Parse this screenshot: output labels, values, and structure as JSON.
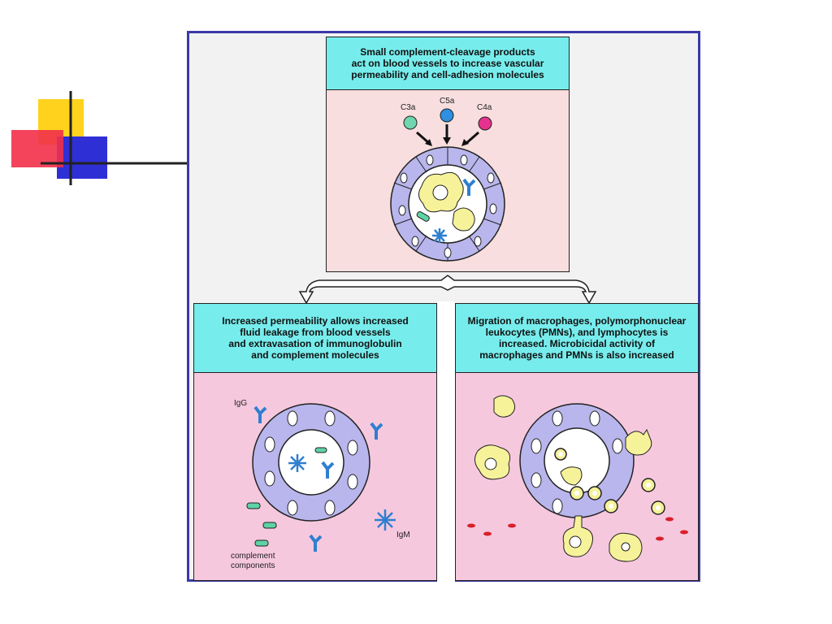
{
  "figure": {
    "top_caption": "Small complement-cleavage products\nact on blood vessels to increase vascular\npermeability and cell-adhesion molecules",
    "left_caption": "Increased permeability allows increased\nfluid leakage from blood vessels\nand extravasation of immunoglobulin\nand complement molecules",
    "right_caption": "Migration of macrophages, polymorphonuclear\nleukocytes (PMNs), and lymphocytes is\nincreased. Microbicidal activity of\nmacrophages and PMNs is also increased",
    "labels": {
      "c3a": "C3a",
      "c5a": "C5a",
      "c4a": "C4a",
      "igg": "IgG",
      "igm": "IgM",
      "complement_line1": "complement",
      "complement_line2": "components"
    }
  },
  "colors": {
    "caption": "#77ecec",
    "top_panel": "#f8dede",
    "bottom_panel": "#f6c8de",
    "vessel_cell": "#b8b6ec",
    "outline": "#222222",
    "macrophage": "#f6f29a",
    "antibody": "#2f7fd0",
    "complement": "#5fd2a6",
    "c3a": "#6fd6b0",
    "c5a": "#2f8fe0",
    "c4a": "#e6328e",
    "rbc": "#d8202a",
    "frame": "#3a3aa8"
  },
  "icons": [
    "blood-vessel-icon",
    "macrophage-icon",
    "antibody-icon",
    "igm-icon",
    "complement-fragment-icon",
    "red-blood-cell-icon"
  ]
}
